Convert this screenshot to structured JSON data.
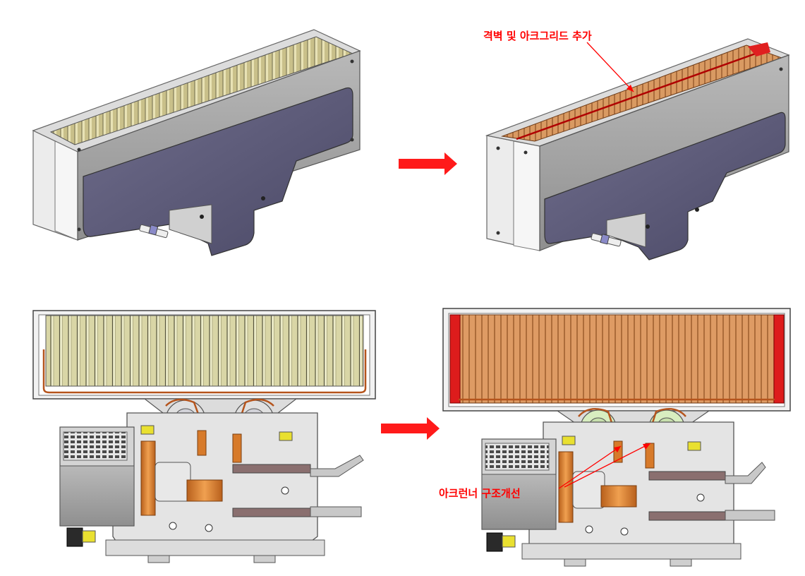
{
  "annotations": {
    "top_right_label": "격벽 및 아크그리드 추가",
    "bottom_right_label": "아크런너 구조개선"
  },
  "colors": {
    "arrow": "#ff1a1a",
    "annotation_text": "#ff0000",
    "arc_grid_old": "#d8d2a0",
    "arc_grid_new": "#d9915a",
    "side_plate": "#5d5b78",
    "housing": "#c8c8c8",
    "copper_runner": "#d77a2a",
    "coil": "#d8eec0"
  },
  "panels": [
    {
      "name": "before-3d-view"
    },
    {
      "name": "after-3d-view"
    },
    {
      "name": "before-cross-section"
    },
    {
      "name": "after-cross-section"
    }
  ]
}
